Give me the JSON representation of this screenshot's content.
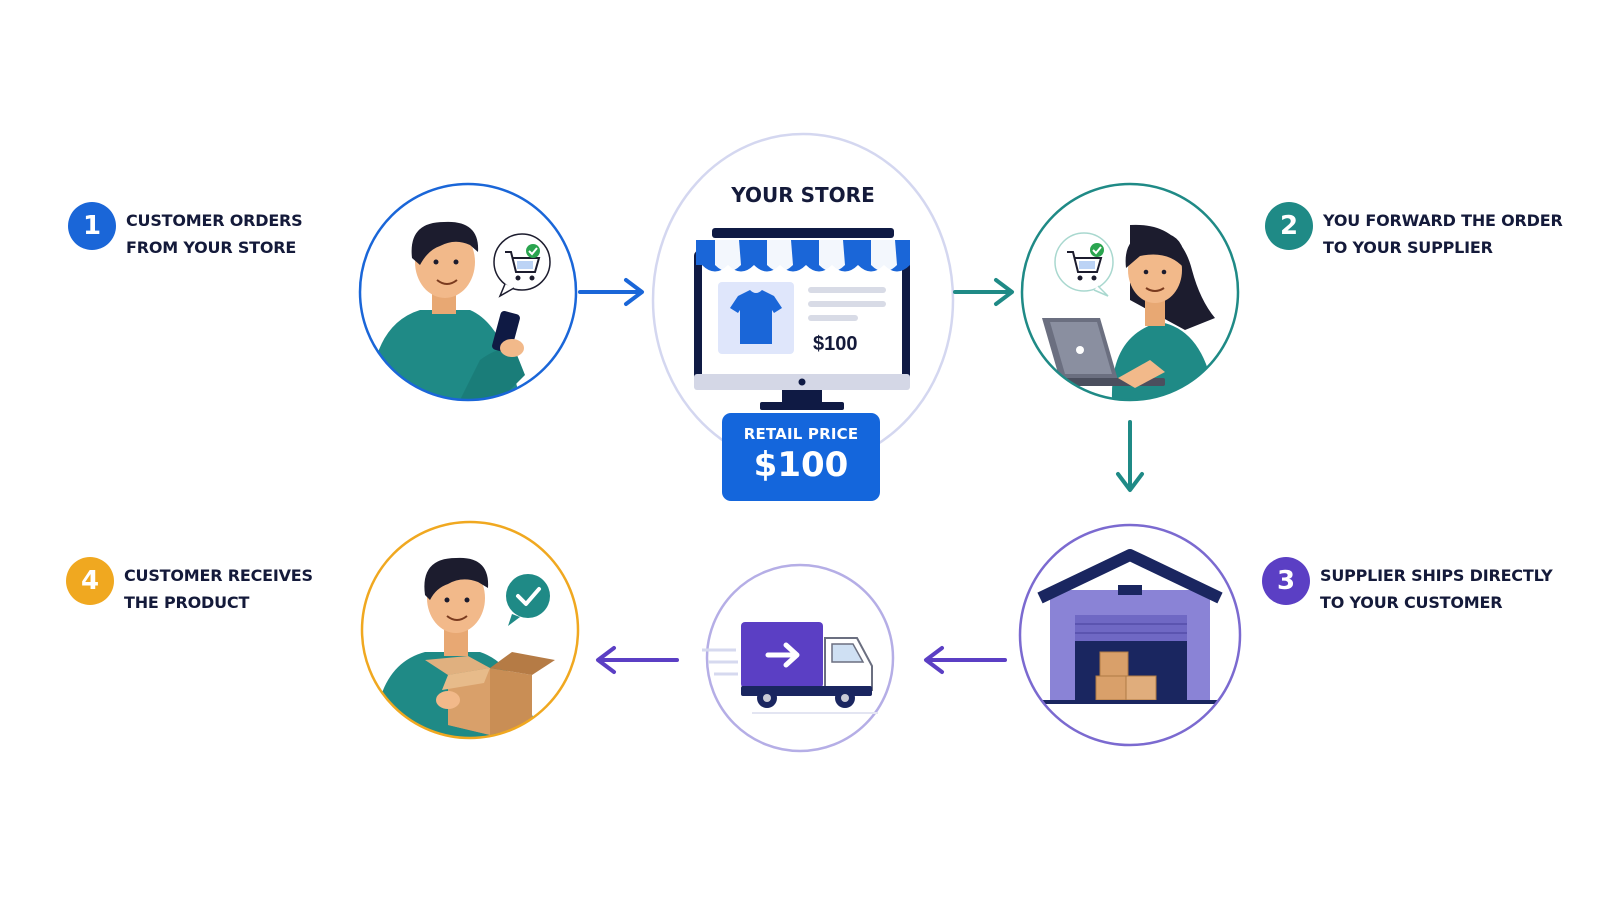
{
  "diagram": {
    "store": {
      "title": "YOUR STORE",
      "item_price": "$100",
      "retail_label": "RETAIL PRICE",
      "retail_price": "$100"
    },
    "steps": [
      {
        "number": "1",
        "line1": "CUSTOMER ORDERS",
        "line2": "FROM YOUR STORE",
        "color": "#1a66d8"
      },
      {
        "number": "2",
        "line1": "YOU FORWARD THE ORDER",
        "line2": "TO YOUR SUPPLIER",
        "color": "#1f8a86"
      },
      {
        "number": "3",
        "line1": "SUPPLIER SHIPS DIRECTLY",
        "line2": "TO YOUR CUSTOMER",
        "color": "#5b3fc4"
      },
      {
        "number": "4",
        "line1": "CUSTOMER RECEIVES",
        "line2": "THE PRODUCT",
        "color": "#f0a820"
      }
    ],
    "colors": {
      "blue": "#1a66d8",
      "teal": "#1f8a86",
      "purple": "#5b3fc4",
      "orange": "#f0a820",
      "navy": "#141a3a",
      "shirt": "#1a66d8",
      "skin": "#f2b98a",
      "hair": "#1c1c2e",
      "sweater": "#1f8a86",
      "box": "#c98e55",
      "green_check": "#2aa44f"
    },
    "icons": [
      "shopping-cart-icon",
      "check-icon",
      "storefront-icon",
      "laptop-icon",
      "warehouse-icon",
      "truck-icon",
      "package-icon",
      "arrow-right-icon"
    ]
  }
}
